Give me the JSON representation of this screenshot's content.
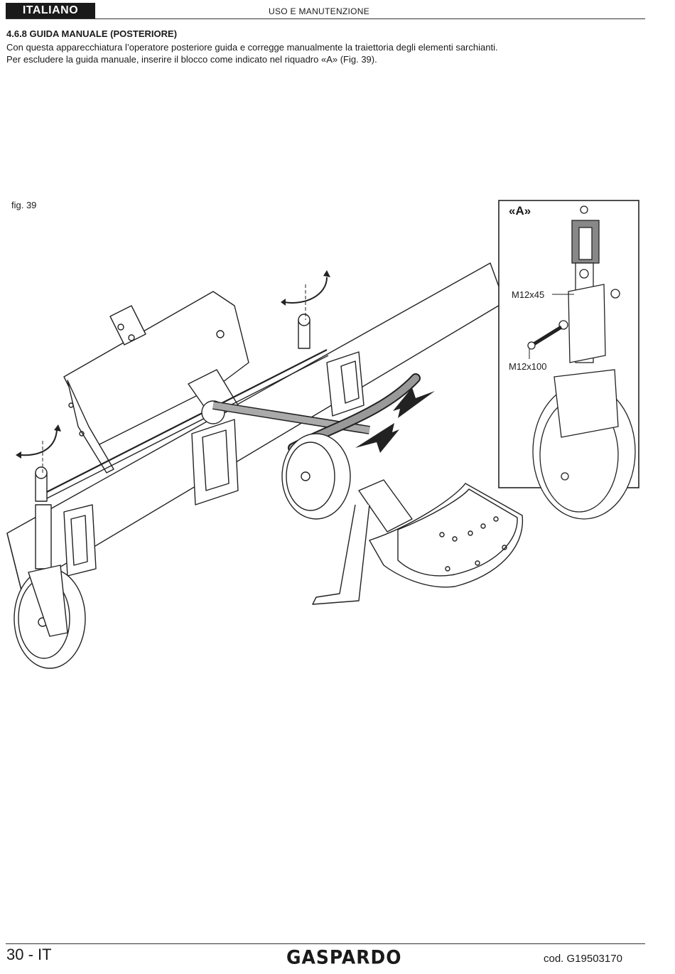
{
  "header": {
    "language": "ITALIANO",
    "title": "USO E MANUTENZIONE"
  },
  "section": {
    "title": "4.6.8 GUIDA MANUALE (POSTERIORE)",
    "paragraphs": [
      "Con questa apparecchiatura l’operatore posteriore guida e corregge manualmente la traiettoria degli elementi sarchianti.",
      "Per escludere la guida manuale, inserire il blocco come indicato nel riquadro «A» (Fig. 39)."
    ]
  },
  "figure": {
    "label": "fig. 39",
    "inset_label": "«A»",
    "callouts": [
      "M12x45",
      "M12x100"
    ]
  },
  "footer": {
    "page_number": "30 - IT",
    "brand": "GASPARDO",
    "code": "cod.  G19503170"
  }
}
